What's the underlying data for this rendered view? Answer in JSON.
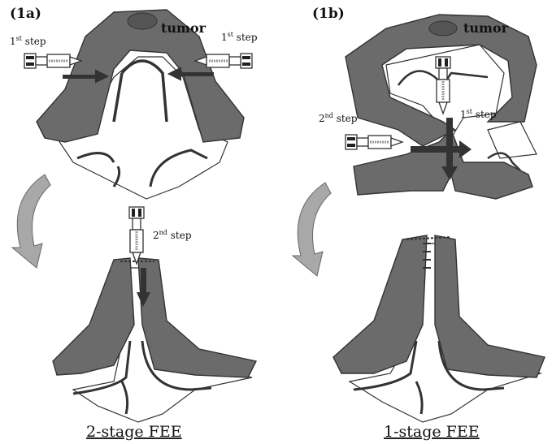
{
  "panels": {
    "left": {
      "label": "(1a)",
      "tumor": "tumor",
      "step_left": {
        "num": "1",
        "sup": "st",
        "word": " step"
      },
      "step_right": {
        "num": "1",
        "sup": "st",
        "word": " step"
      },
      "step_second": {
        "num": "2",
        "sup": "nd",
        "word": " step"
      },
      "caption": "2-stage FEE"
    },
    "right": {
      "label": "(1b)",
      "tumor": "tumor",
      "step_second": {
        "num": "2",
        "sup": "nd",
        "word": " step"
      },
      "step_first": {
        "num": "1",
        "sup": "st",
        "word": " step"
      },
      "caption": "1-stage FEE"
    }
  },
  "colors": {
    "tissue": "#6b6b6b",
    "outline": "#333333",
    "arrow": "#333333",
    "curved_arrow": "#a8a8a8",
    "tumor": "#555555"
  },
  "icons": [
    "stapler-icon",
    "straight-arrow-icon",
    "curved-arrow-icon",
    "tumor-icon"
  ]
}
